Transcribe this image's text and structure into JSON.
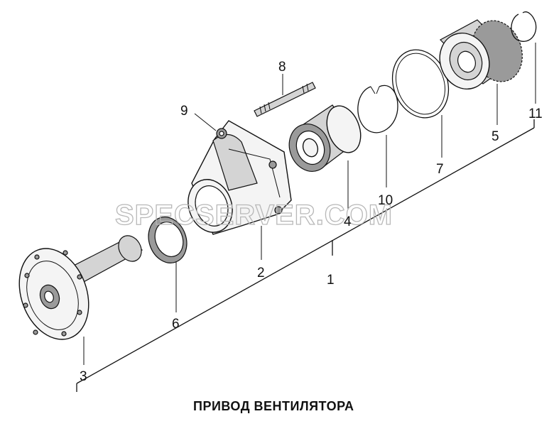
{
  "title": "ПРИВОД ВЕНТИЛЯТОРА",
  "watermark": "SPECSERVER.COM",
  "callouts": {
    "p1": "1",
    "p2": "2",
    "p3": "3",
    "p4": "4",
    "p5": "5",
    "p6": "6",
    "p7": "7",
    "p8": "8",
    "p9": "9",
    "p10": "10",
    "p11": "11"
  }
}
